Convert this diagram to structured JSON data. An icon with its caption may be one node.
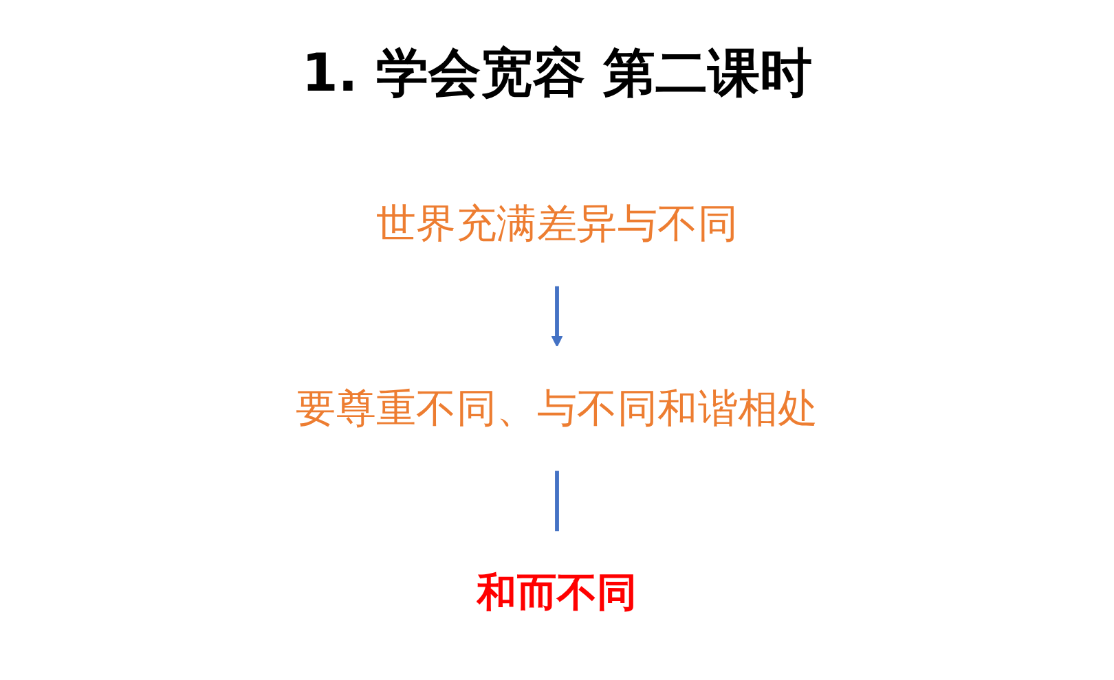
{
  "diagram": {
    "title": "1. 学会宽容 第二课时",
    "nodes": [
      {
        "text": [
          "世界充满差异与不同"
        ]
      },
      {
        "text": [
          "要尊重不同、与不同和谐相处"
        ]
      },
      {
        "text": [
          "和而不同"
        ]
      }
    ],
    "edges": [
      {
        "from": 0,
        "to": 1,
        "arrow": "to"
      },
      {
        "from": 1,
        "to": 2,
        "arrow": "none"
      }
    ]
  }
}
